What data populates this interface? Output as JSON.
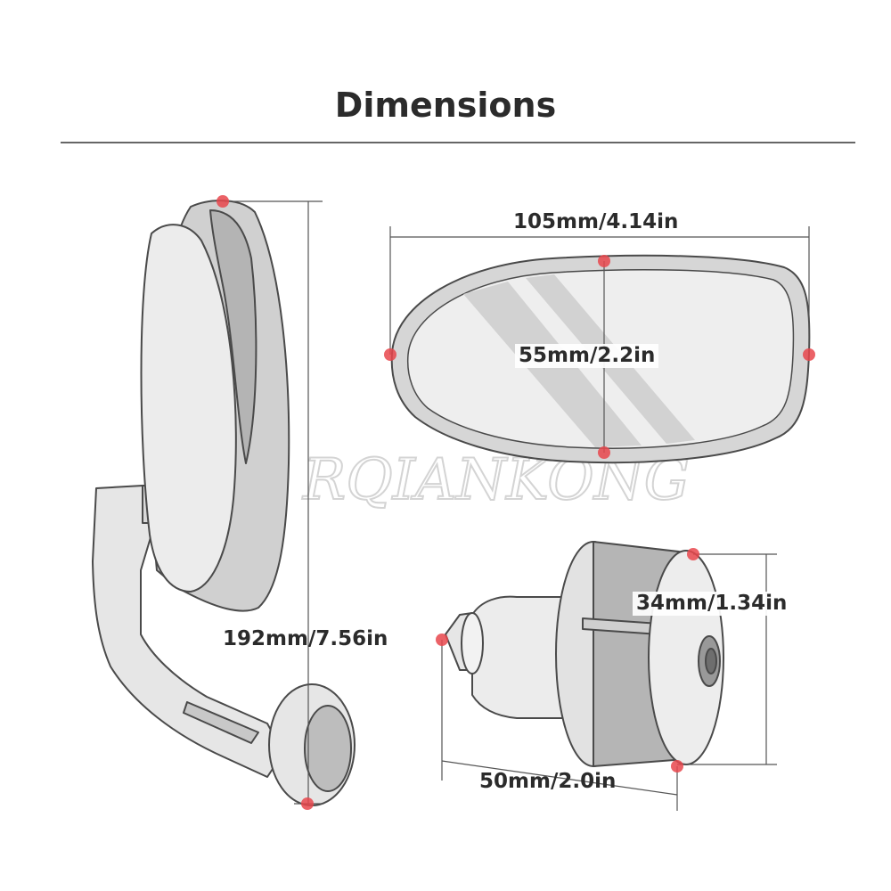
{
  "title": "Dimensions",
  "watermark": "RQIANKONG",
  "colors": {
    "marker": "#e8474c",
    "outline": "#4a4a4a",
    "part_fill": "#e6e6e6",
    "part_shade": "#b9b9b9"
  },
  "dimensions": {
    "height": "192mm/7.56in",
    "mirror_width": "105mm/4.14in",
    "mirror_height": "55mm/2.2in",
    "end_diameter": "34mm/1.34in",
    "end_length": "50mm/2.0in"
  }
}
